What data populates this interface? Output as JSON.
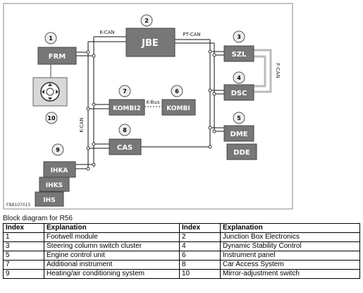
{
  "diagram": {
    "figure_code": "FB8107015",
    "modules": {
      "frm": "FRM",
      "jbe": "JBE",
      "szl": "SZL",
      "dsc": "DSC",
      "dme": "DME",
      "dde": "DDE",
      "kombi2": "KOMBI2",
      "kombi": "KOMBI",
      "cas": "CAS",
      "ihka": "IHKA",
      "ihks": "IHKS",
      "ihs": "IHS"
    },
    "callouts": {
      "n1": "1",
      "n2": "2",
      "n3": "3",
      "n4": "4",
      "n5": "5",
      "n6": "6",
      "n7": "7",
      "n8": "8",
      "n9": "9",
      "n10": "10"
    },
    "bus_labels": {
      "kcan_top": "K-CAN",
      "ptcan": "PT-CAN",
      "fcan": "F-CAN",
      "kbus": "K-Bus",
      "kcan_vertical": "K-CAN"
    }
  },
  "caption": "Block diagram for R56",
  "legend": {
    "headers": [
      "Index",
      "Explanation",
      "Index",
      "Explanation"
    ],
    "rows": [
      [
        "1",
        "Footwell module",
        "2",
        "Junction Box Electronics"
      ],
      [
        "3",
        "Steering column switch cluster",
        "4",
        "Dynamic Stability Control"
      ],
      [
        "5",
        "Engine control unit",
        "6",
        "Instrument panel"
      ],
      [
        "7",
        "Additional instrument",
        "8",
        "Car Access System"
      ],
      [
        "9",
        "Heating/air conditioning system",
        "10",
        "Mirror-adjustment switch"
      ]
    ]
  }
}
